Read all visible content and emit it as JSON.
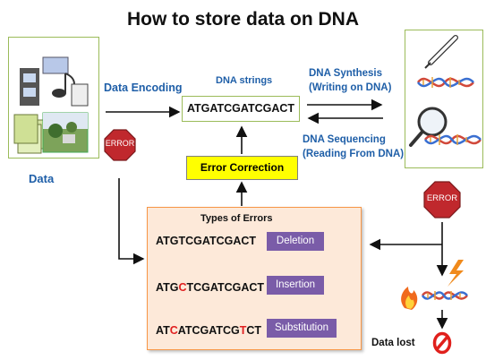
{
  "title": "How to store data on DNA",
  "data_label": "Data",
  "data_encoding": "Data Encoding",
  "dna_strings_label": "DNA strings",
  "dna_string": "ATGATCGATCGACT",
  "dna_synthesis": [
    "DNA Synthesis",
    "(Writing on DNA)"
  ],
  "dna_sequencing": [
    "DNA Sequencing",
    "(Reading From DNA)"
  ],
  "error_correction": "Error Correction",
  "error_sign": "ERROR",
  "types_of_errors": "Types of Errors",
  "errors": [
    {
      "sequence_parts": [
        {
          "text": "ATGTCGATCGACT",
          "mutated": false
        }
      ],
      "type": "Deletion"
    },
    {
      "sequence_parts": [
        {
          "text": "ATG",
          "mutated": false
        },
        {
          "text": "C",
          "mutated": true
        },
        {
          "text": "TCGATCGACT",
          "mutated": false
        }
      ],
      "type": "Insertion"
    },
    {
      "sequence_parts": [
        {
          "text": "AT",
          "mutated": false
        },
        {
          "text": "C",
          "mutated": true
        },
        {
          "text": "ATCGATCG",
          "mutated": false
        },
        {
          "text": "T",
          "mutated": true
        },
        {
          "text": "CT",
          "mutated": false
        }
      ],
      "type": "Substitution"
    }
  ],
  "data_lost": "Data lost",
  "colors": {
    "blue_text": "#1f5fa8",
    "error_red": "#c0282d",
    "error_panel_fill": "#fde9d9",
    "error_panel_border": "#f79646",
    "type_tag": "#7a5ca8",
    "mutation_red": "#e02020",
    "highlight_yellow": "#ffff00",
    "box_border_green": "#9bbb59"
  },
  "icons": [
    "files-icon",
    "film-strip-icon",
    "music-note-icon",
    "landscape-photo-icon",
    "pencil-icon",
    "magnifier-icon",
    "dna-helix-icon",
    "fire-icon",
    "lightning-icon",
    "no-symbol-icon",
    "stop-sign-icon"
  ]
}
